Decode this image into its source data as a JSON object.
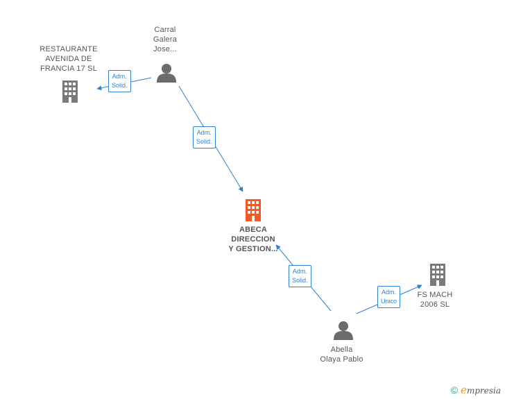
{
  "colors": {
    "edge": "#2c7fd6",
    "building": "#7a7a7a",
    "building_center": "#f05a28",
    "person": "#6b6b6b"
  },
  "nodes": {
    "center": {
      "icon": "building-icon",
      "lines": [
        "ABECA",
        "DIRECCION",
        "Y GESTION..."
      ]
    },
    "restaurante": {
      "icon": "building-icon",
      "lines": [
        "RESTAURANTE",
        "AVENIDA DE",
        "FRANCIA 17 SL"
      ]
    },
    "carral": {
      "icon": "person-icon",
      "lines": [
        "Carral",
        "Galera",
        "Jose..."
      ]
    },
    "fsmach": {
      "icon": "building-icon",
      "lines": [
        "FS MACH",
        "2006 SL"
      ]
    },
    "abella": {
      "icon": "person-icon",
      "lines": [
        "Abella",
        "Olaya Pablo"
      ]
    }
  },
  "edges": {
    "carral_restaurante": {
      "lines": [
        "Adm.",
        "Solid."
      ]
    },
    "carral_center": {
      "lines": [
        "Adm.",
        "Solid."
      ]
    },
    "abella_center": {
      "lines": [
        "Adm.",
        "Solid."
      ]
    },
    "abella_fsmach": {
      "lines": [
        "Adm.",
        "Unico"
      ]
    }
  },
  "footer": {
    "copyright_symbol": "©",
    "brand_initial": "e",
    "brand_rest": "mpresia"
  }
}
